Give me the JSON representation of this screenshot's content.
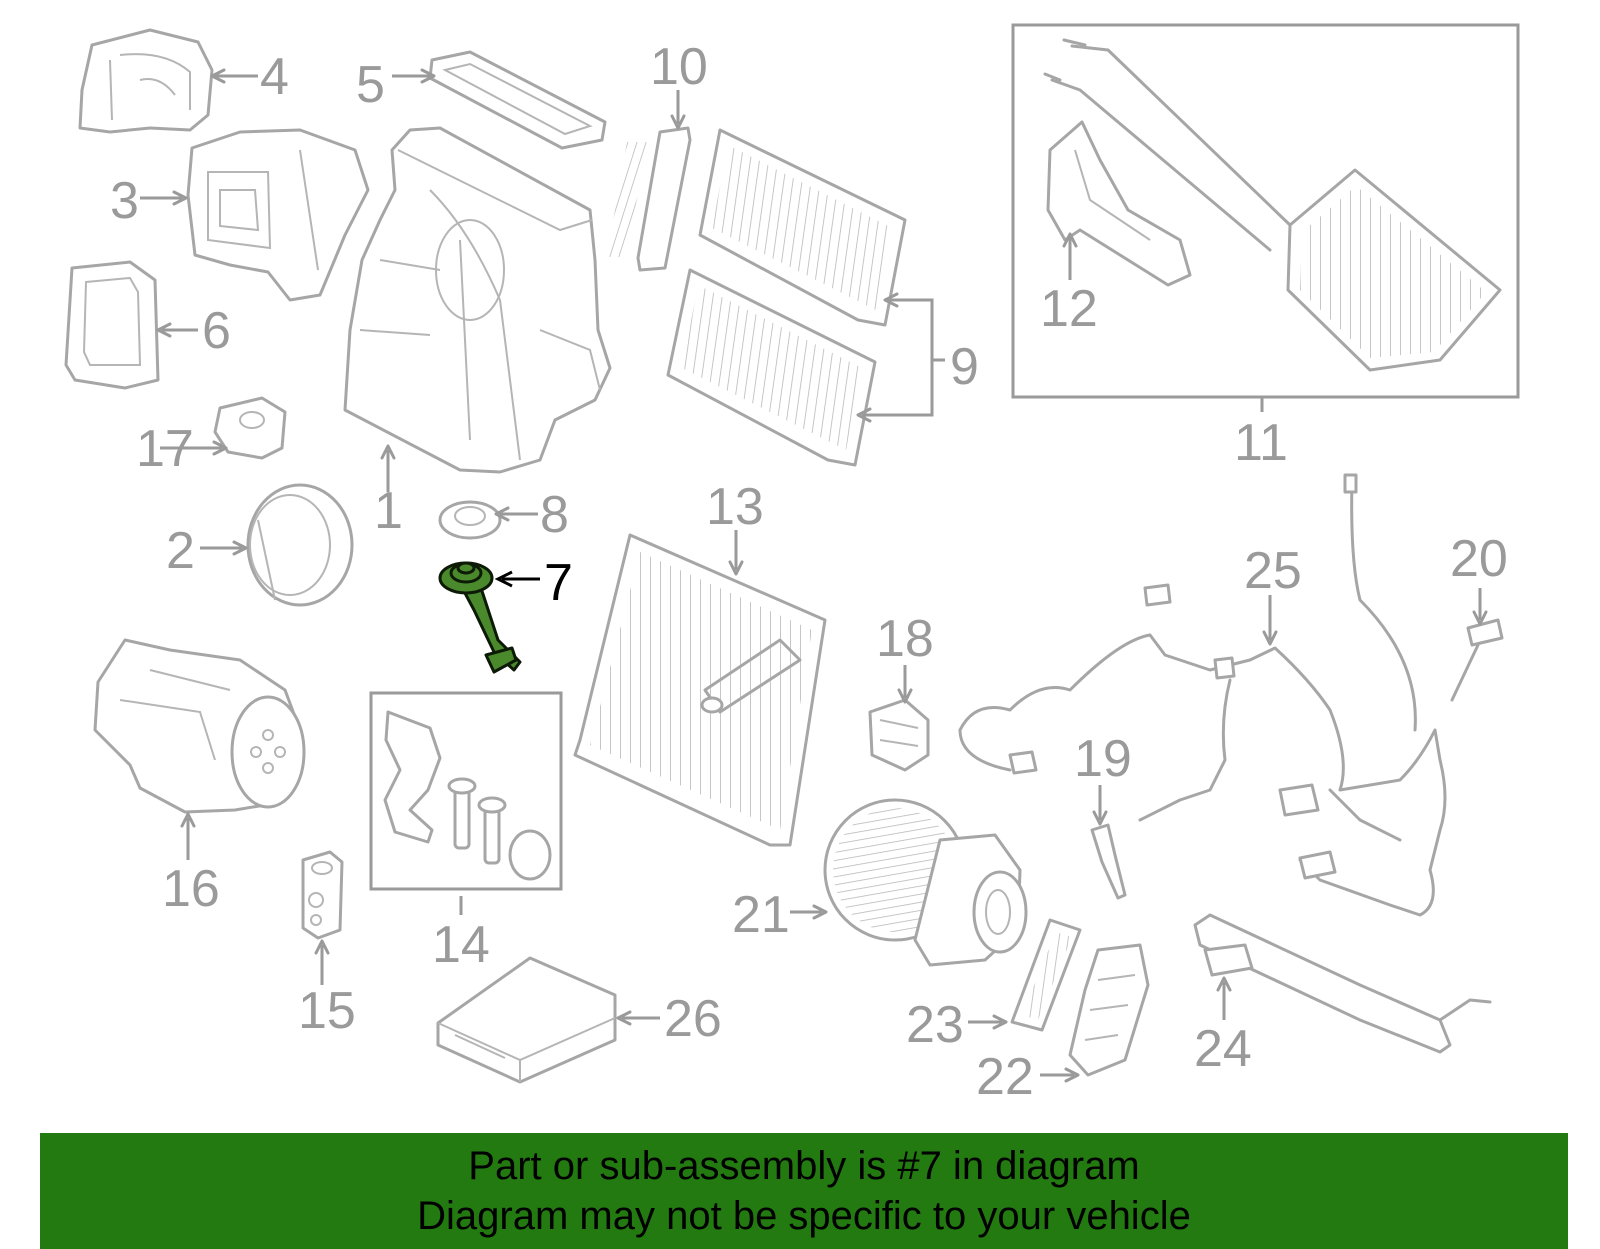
{
  "colors": {
    "part_line": "#a6a6a6",
    "callout_text": "#9a9a9a",
    "highlight_fill": "#4b8a2c",
    "banner_bg": "#227a10",
    "banner_text": "#000000"
  },
  "highlighted_part": "7",
  "callouts": {
    "c1": "1",
    "c2": "2",
    "c3": "3",
    "c4": "4",
    "c5": "5",
    "c6": "6",
    "c7": "7",
    "c8": "8",
    "c9": "9",
    "c10": "10",
    "c11": "11",
    "c12": "12",
    "c13": "13",
    "c14": "14",
    "c15": "15",
    "c16": "16",
    "c17": "17",
    "c18": "18",
    "c19": "19",
    "c20": "20",
    "c21": "21",
    "c22": "22",
    "c23": "23",
    "c24": "24",
    "c25": "25",
    "c26": "26"
  },
  "banner": {
    "line1": "Part or sub-assembly is #7 in diagram",
    "line2": "Diagram may not be specific to your vehicle"
  }
}
